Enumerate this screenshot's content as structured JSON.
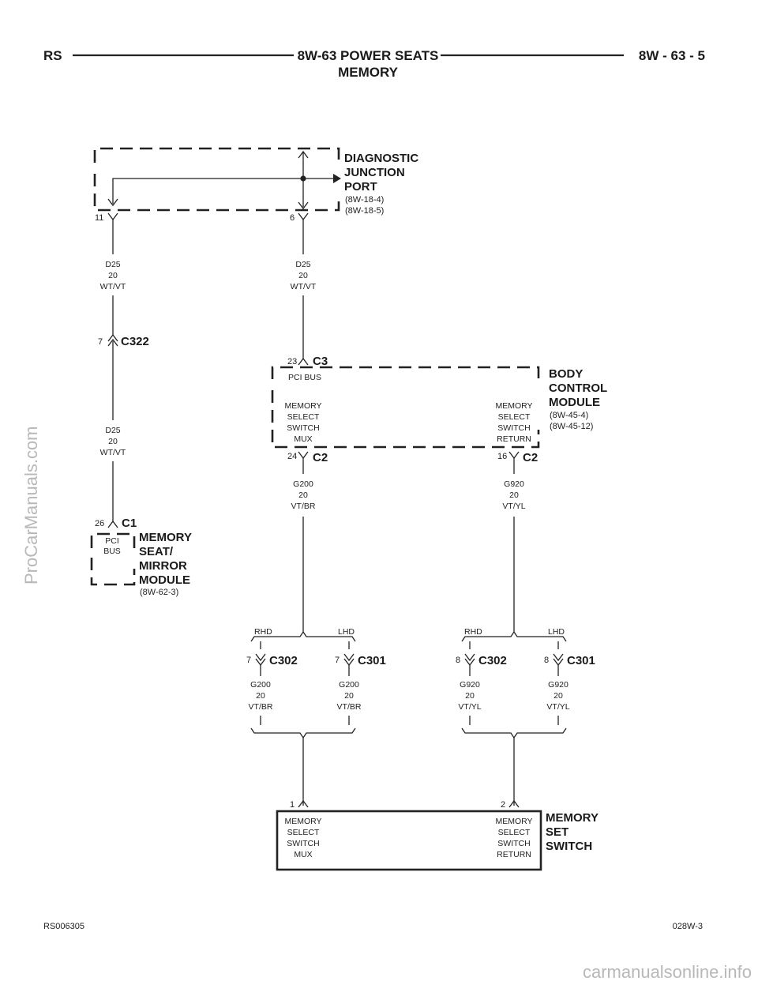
{
  "header": {
    "left": "RS",
    "title_line1": "8W-63 POWER SEATS",
    "title_line2": "MEMORY",
    "right": "8W - 63 - 5"
  },
  "footer": {
    "left": "RS006305",
    "right": "028W-3"
  },
  "watermarks": {
    "side": "ProCarManuals.com",
    "bottom": "carmanualsonline.info"
  },
  "diagnostic_port": {
    "name_l1": "DIAGNOSTIC",
    "name_l2": "JUNCTION",
    "name_l3": "PORT",
    "ref1": "(8W-18-4)",
    "ref2": "(8W-18-5)",
    "pin_left": "11",
    "pin_right": "6"
  },
  "wire_d25_a": {
    "code": "D25",
    "gauge": "20",
    "color": "WT/VT"
  },
  "wire_d25_b": {
    "code": "D25",
    "gauge": "20",
    "color": "WT/VT"
  },
  "wire_d25_c": {
    "code": "D25",
    "gauge": "20",
    "color": "WT/VT"
  },
  "connector_c322": {
    "pin": "7",
    "name": "C322"
  },
  "bcm": {
    "name_l1": "BODY",
    "name_l2": "CONTROL",
    "name_l3": "MODULE",
    "ref1": "(8W-45-4)",
    "ref2": "(8W-45-12)",
    "c3_pin": "23",
    "c3_name": "C3",
    "pci_bus": "PCI BUS",
    "mux_l1": "MEMORY",
    "mux_l2": "SELECT",
    "mux_l3": "SWITCH",
    "mux_l4": "MUX",
    "ret_l1": "MEMORY",
    "ret_l2": "SELECT",
    "ret_l3": "SWITCH",
    "ret_l4": "RETURN",
    "c2_left_pin": "24",
    "c2_left_name": "C2",
    "c2_right_pin": "16",
    "c2_right_name": "C2"
  },
  "wire_g200_top": {
    "code": "G200",
    "gauge": "20",
    "color": "VT/BR"
  },
  "wire_g920_top": {
    "code": "G920",
    "gauge": "20",
    "color": "VT/YL"
  },
  "seat_module": {
    "pin": "26",
    "conn": "C1",
    "pci_l1": "PCI",
    "pci_l2": "BUS",
    "name_l1": "MEMORY",
    "name_l2": "SEAT/",
    "name_l3": "MIRROR",
    "name_l4": "MODULE",
    "ref": "(8W-62-3)"
  },
  "splits": {
    "rhd": "RHD",
    "lhd": "LHD"
  },
  "split_left": {
    "c302_pin": "7",
    "c302_name": "C302",
    "c301_pin": "7",
    "c301_name": "C301",
    "wire_a": {
      "code": "G200",
      "gauge": "20",
      "color": "VT/BR"
    },
    "wire_b": {
      "code": "G200",
      "gauge": "20",
      "color": "VT/BR"
    }
  },
  "split_right": {
    "c302_pin": "8",
    "c302_name": "C302",
    "c301_pin": "8",
    "c301_name": "C301",
    "wire_a": {
      "code": "G920",
      "gauge": "20",
      "color": "VT/YL"
    },
    "wire_b": {
      "code": "G920",
      "gauge": "20",
      "color": "VT/YL"
    }
  },
  "memory_switch": {
    "pin_left": "1",
    "pin_right": "2",
    "mux_l1": "MEMORY",
    "mux_l2": "SELECT",
    "mux_l3": "SWITCH",
    "mux_l4": "MUX",
    "ret_l1": "MEMORY",
    "ret_l2": "SELECT",
    "ret_l3": "SWITCH",
    "ret_l4": "RETURN",
    "name_l1": "MEMORY",
    "name_l2": "SET",
    "name_l3": "SWITCH"
  }
}
